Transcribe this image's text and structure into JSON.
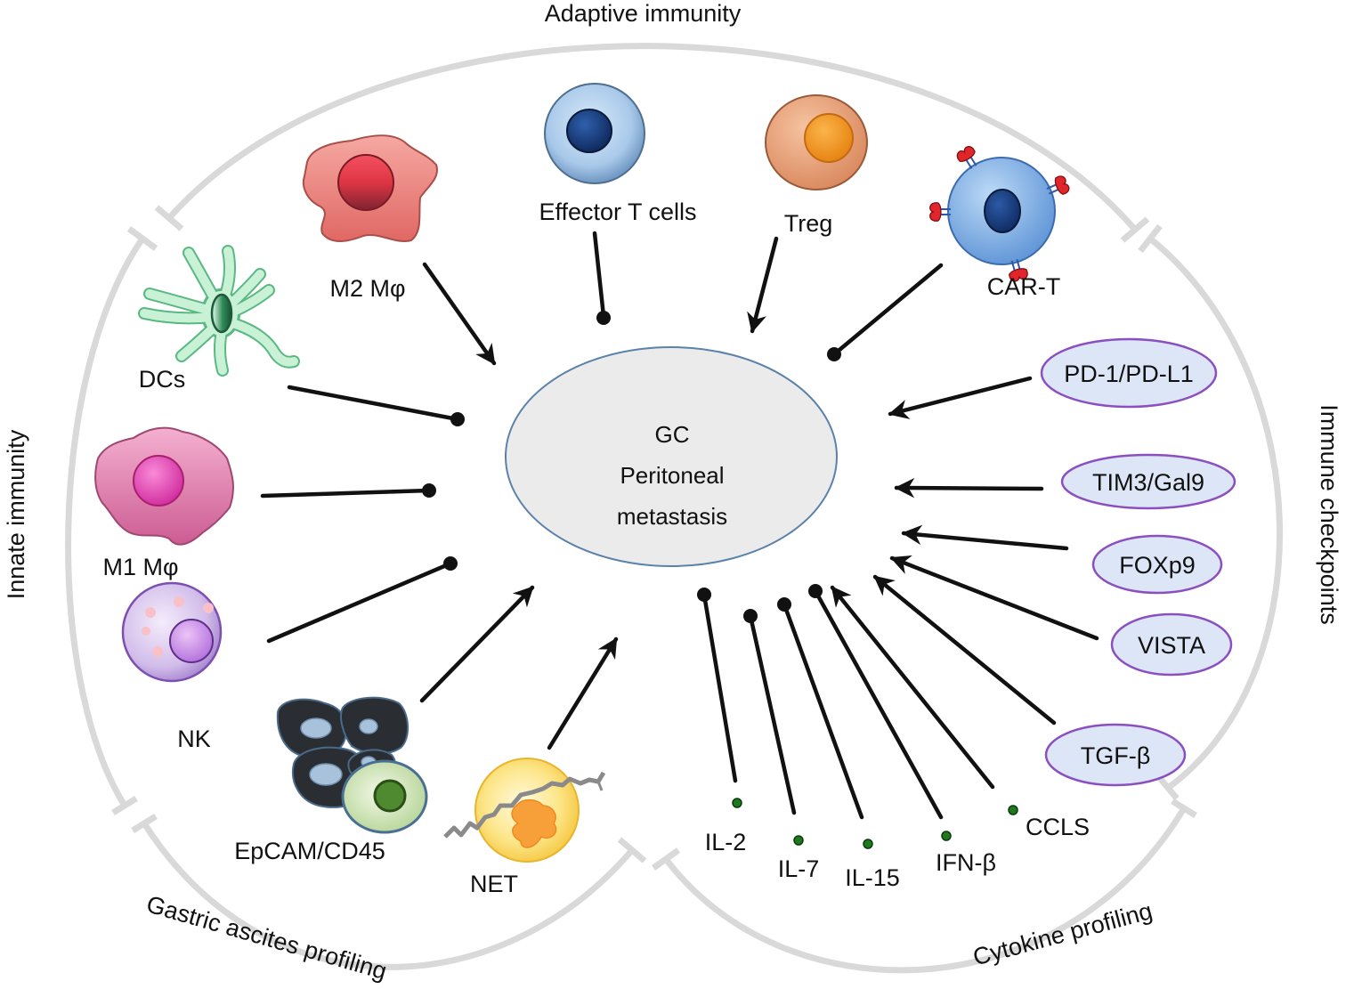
{
  "sections": {
    "adaptive_immunity": "Adaptive immunity",
    "innate_immunity": "Innate immunity",
    "immune_checkpoints": "Immune checkpoints",
    "gastric_ascites_profiling": "Gastric ascites profiling",
    "cytokine_profiling": "Cytokine profiling"
  },
  "center": {
    "lines": [
      "GC",
      "Peritoneal",
      "metastasis"
    ]
  },
  "cells": {
    "m2_macrophage": "M2 Mφ",
    "effector_t_cells": "Effector T cells",
    "treg": "Treg",
    "car_t": "CAR-T",
    "dcs": "DCs",
    "m1_macrophage": "M1 Mφ",
    "nk": "NK",
    "epcam_cd45": "EpCAM/CD45",
    "net": "NET"
  },
  "immune_checkpoints": [
    "PD-1/PD-L1",
    "TIM3/Gal9",
    "FOXp9",
    "VISTA",
    "TGF-β"
  ],
  "cytokines": [
    "IL-2",
    "IL-7",
    "IL-15",
    "IFN-β",
    "CCLS"
  ],
  "colors": {
    "ring": "#d9d9d9",
    "edge": "#111111",
    "center_fill": "#ebebeb",
    "center_stroke": "#5b82aa",
    "checkpoint_fill": "#dde6f6",
    "checkpoint_stroke": "#8b4fc0",
    "cytokine_dot": "#1f7a1f"
  }
}
